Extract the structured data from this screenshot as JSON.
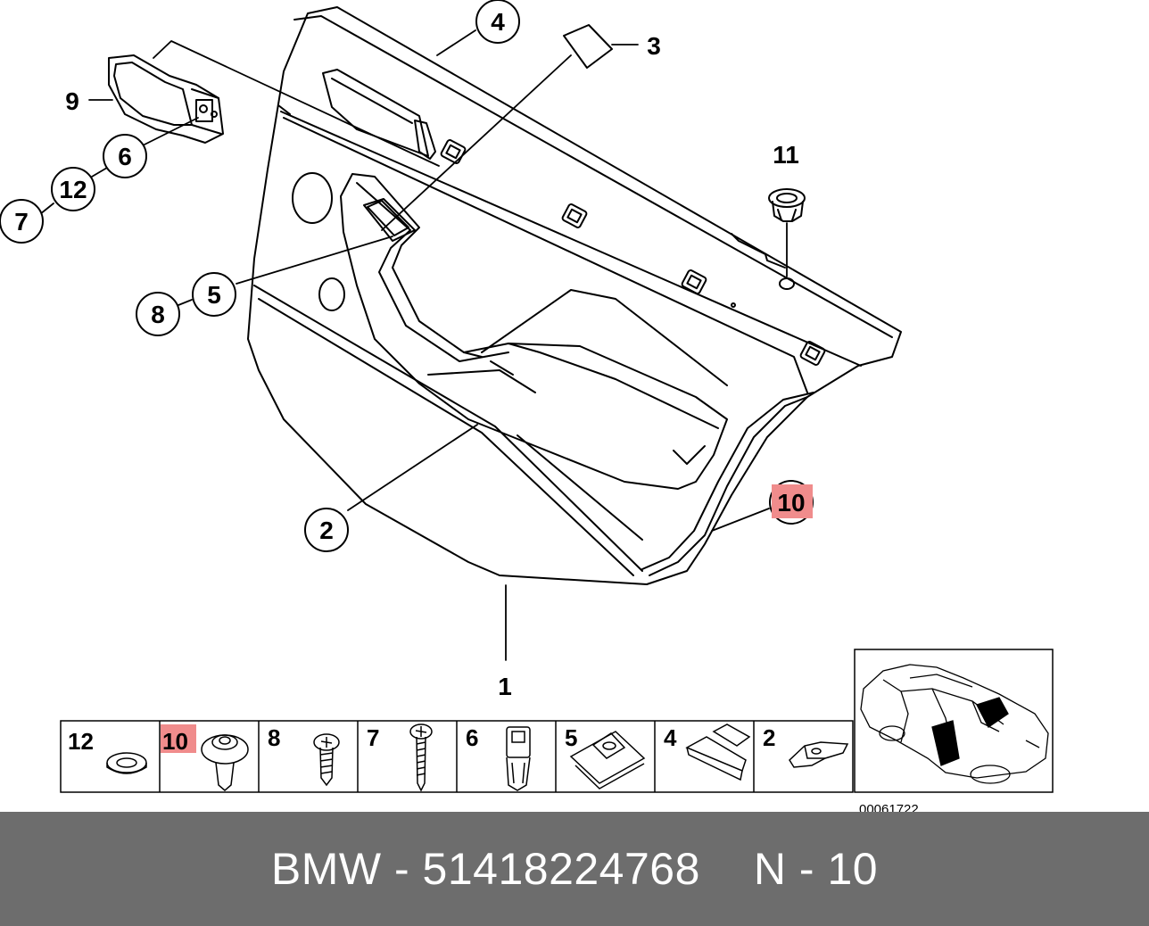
{
  "diagram": {
    "callouts": [
      {
        "id": "c4",
        "label": "4"
      },
      {
        "id": "c3",
        "label": "3"
      },
      {
        "id": "c9",
        "label": "9"
      },
      {
        "id": "c6",
        "label": "6"
      },
      {
        "id": "c12",
        "label": "12"
      },
      {
        "id": "c7",
        "label": "7"
      },
      {
        "id": "c11",
        "label": "11"
      },
      {
        "id": "c5",
        "label": "5"
      },
      {
        "id": "c8",
        "label": "8"
      },
      {
        "id": "c2",
        "label": "2"
      },
      {
        "id": "c10",
        "label": "10",
        "highlighted": true
      },
      {
        "id": "c1",
        "label": "1"
      }
    ],
    "parts_strip": [
      {
        "label": "12",
        "part": "washer"
      },
      {
        "label": "10",
        "part": "expanding-rivet",
        "highlighted": true
      },
      {
        "label": "8",
        "part": "screw"
      },
      {
        "label": "7",
        "part": "screw"
      },
      {
        "label": "6",
        "part": "expanding-nut"
      },
      {
        "label": "5",
        "part": "clip-nut"
      },
      {
        "label": "4",
        "part": "cover-strip"
      },
      {
        "label": "2",
        "part": "bracket"
      }
    ],
    "image_number": "00061722",
    "highlight_color": "#f08c8c"
  },
  "footer": {
    "brand_part": "BMW - 51418224768",
    "position": "N - 10"
  }
}
